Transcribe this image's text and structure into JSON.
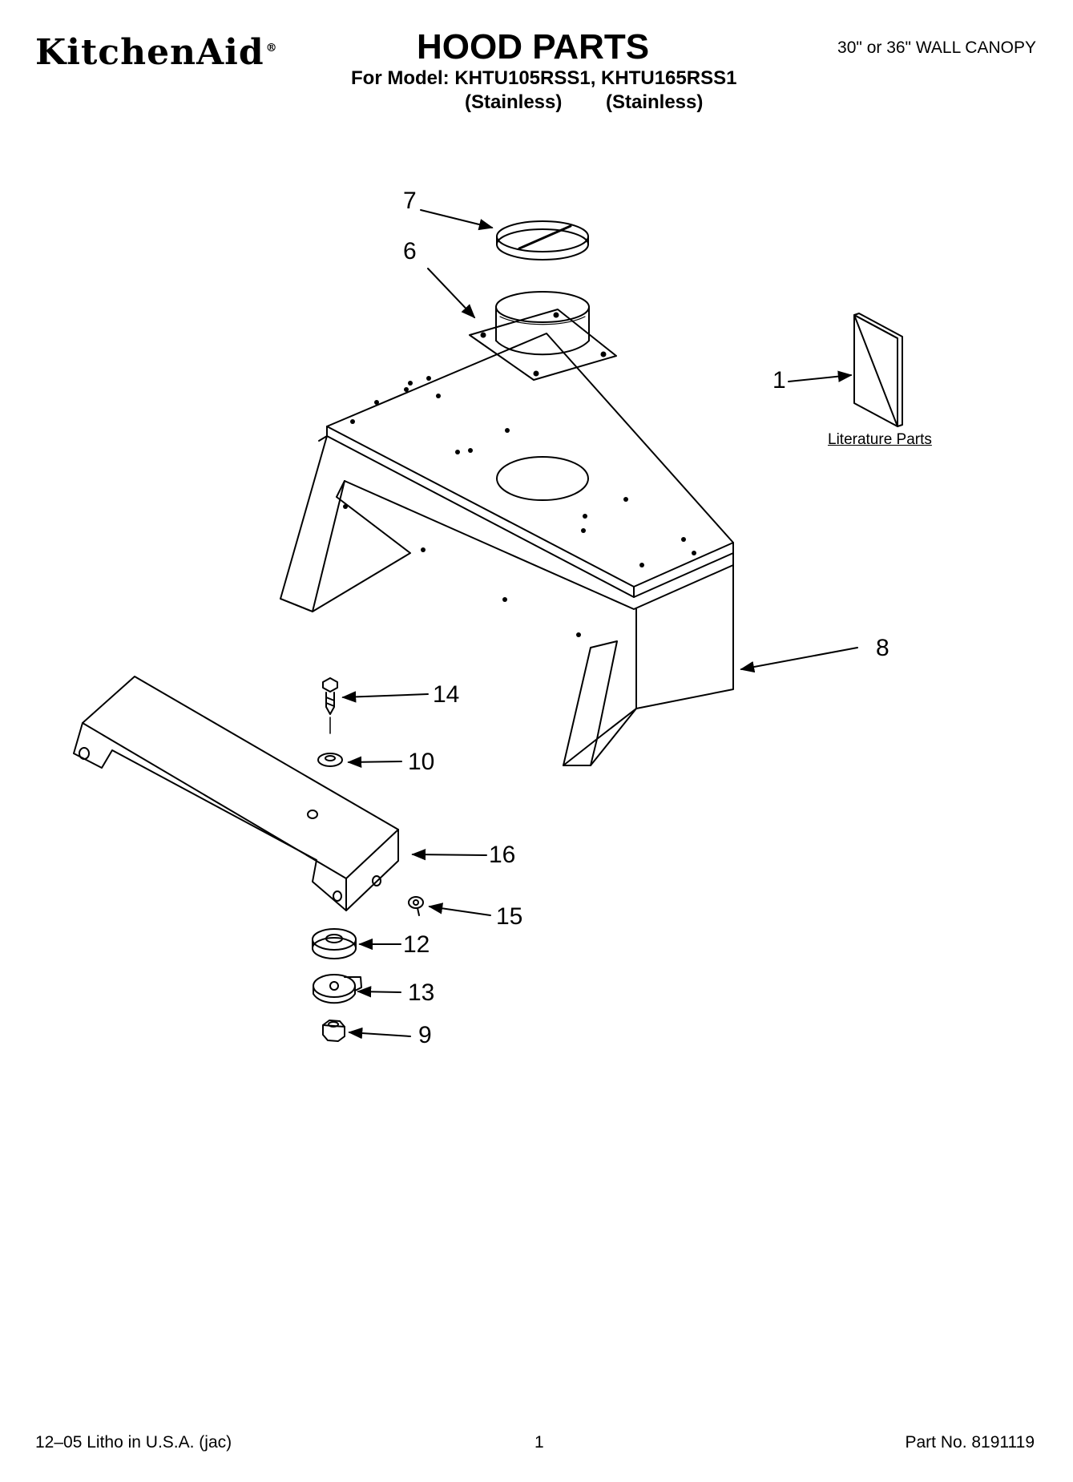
{
  "header": {
    "brand": "KitchenAid",
    "brand_mark": "®",
    "title": "HOOD PARTS",
    "model_line": "For Model: KHTU105RSS1, KHTU165RSS1",
    "finish_1": "(Stainless)",
    "finish_2": "(Stainless)",
    "canopy": "30\" or 36\" WALL CANOPY"
  },
  "diagram": {
    "callouts": [
      "7",
      "6",
      "1",
      "8",
      "14",
      "10",
      "16",
      "15",
      "12",
      "13",
      "9"
    ],
    "literature_label": "Literature Parts"
  },
  "footer": {
    "litho": "12–05 Litho in U.S.A. (jac)",
    "page": "1",
    "part_no": "Part No. 8191119"
  }
}
